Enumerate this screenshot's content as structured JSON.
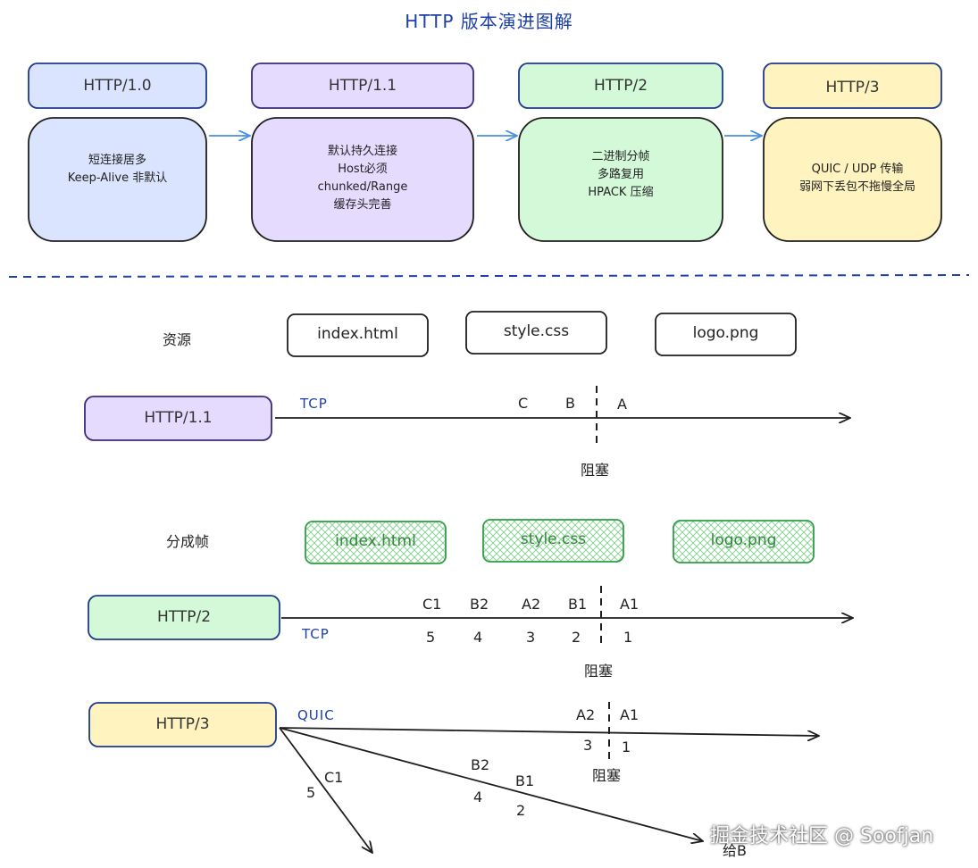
{
  "title": "HTTP 版本演进图解",
  "versions": [
    {
      "label": "HTTP/1.0",
      "lines": [
        "短连接居多",
        "Keep-Alive 非默认"
      ]
    },
    {
      "label": "HTTP/1.1",
      "lines": [
        "默认持久连接",
        "Host必须",
        "chunked/Range",
        "缓存头完善"
      ]
    },
    {
      "label": "HTTP/2",
      "lines": [
        "二进制分帧",
        "多路复用",
        "HPACK 压缩"
      ]
    },
    {
      "label": "HTTP/3",
      "lines": [
        "QUIC / UDP 传输",
        "弱网下丢包不拖慢全局"
      ]
    }
  ],
  "resources": {
    "label": "资源",
    "items": [
      "index.html",
      "style.css",
      "logo.png"
    ]
  },
  "frames": {
    "label": "分成帧",
    "items": [
      "index.html",
      "style.css",
      "logo.png"
    ]
  },
  "h11": {
    "label": "HTTP/1.1",
    "proto": "TCP",
    "marks": [
      "C",
      "B",
      "A"
    ],
    "block": "阻塞"
  },
  "h2": {
    "label": "HTTP/2",
    "proto": "TCP",
    "marks": [
      "C1",
      "B2",
      "A2",
      "B1",
      "A1"
    ],
    "nums": [
      "5",
      "4",
      "3",
      "2",
      "1"
    ],
    "block": "阻塞"
  },
  "h3": {
    "label": "HTTP/3",
    "proto": "QUIC",
    "main_marks": [
      "A2",
      "A1"
    ],
    "main_nums": [
      "3",
      "1"
    ],
    "block": "阻塞",
    "c_mark": "C1",
    "c_num": "5",
    "b_marks": [
      "B2",
      "B1"
    ],
    "b_nums": [
      "4",
      "2"
    ],
    "b_end": "给B"
  },
  "watermark": "掘金技术社区 @ Soofjan",
  "colors": {
    "blue": "#dbe4ff",
    "purple": "#e5dbff",
    "green": "#d3f9d8",
    "yellow": "#fff3bf",
    "accent": "#1e40a8",
    "arrow": "#4a8fe0"
  }
}
